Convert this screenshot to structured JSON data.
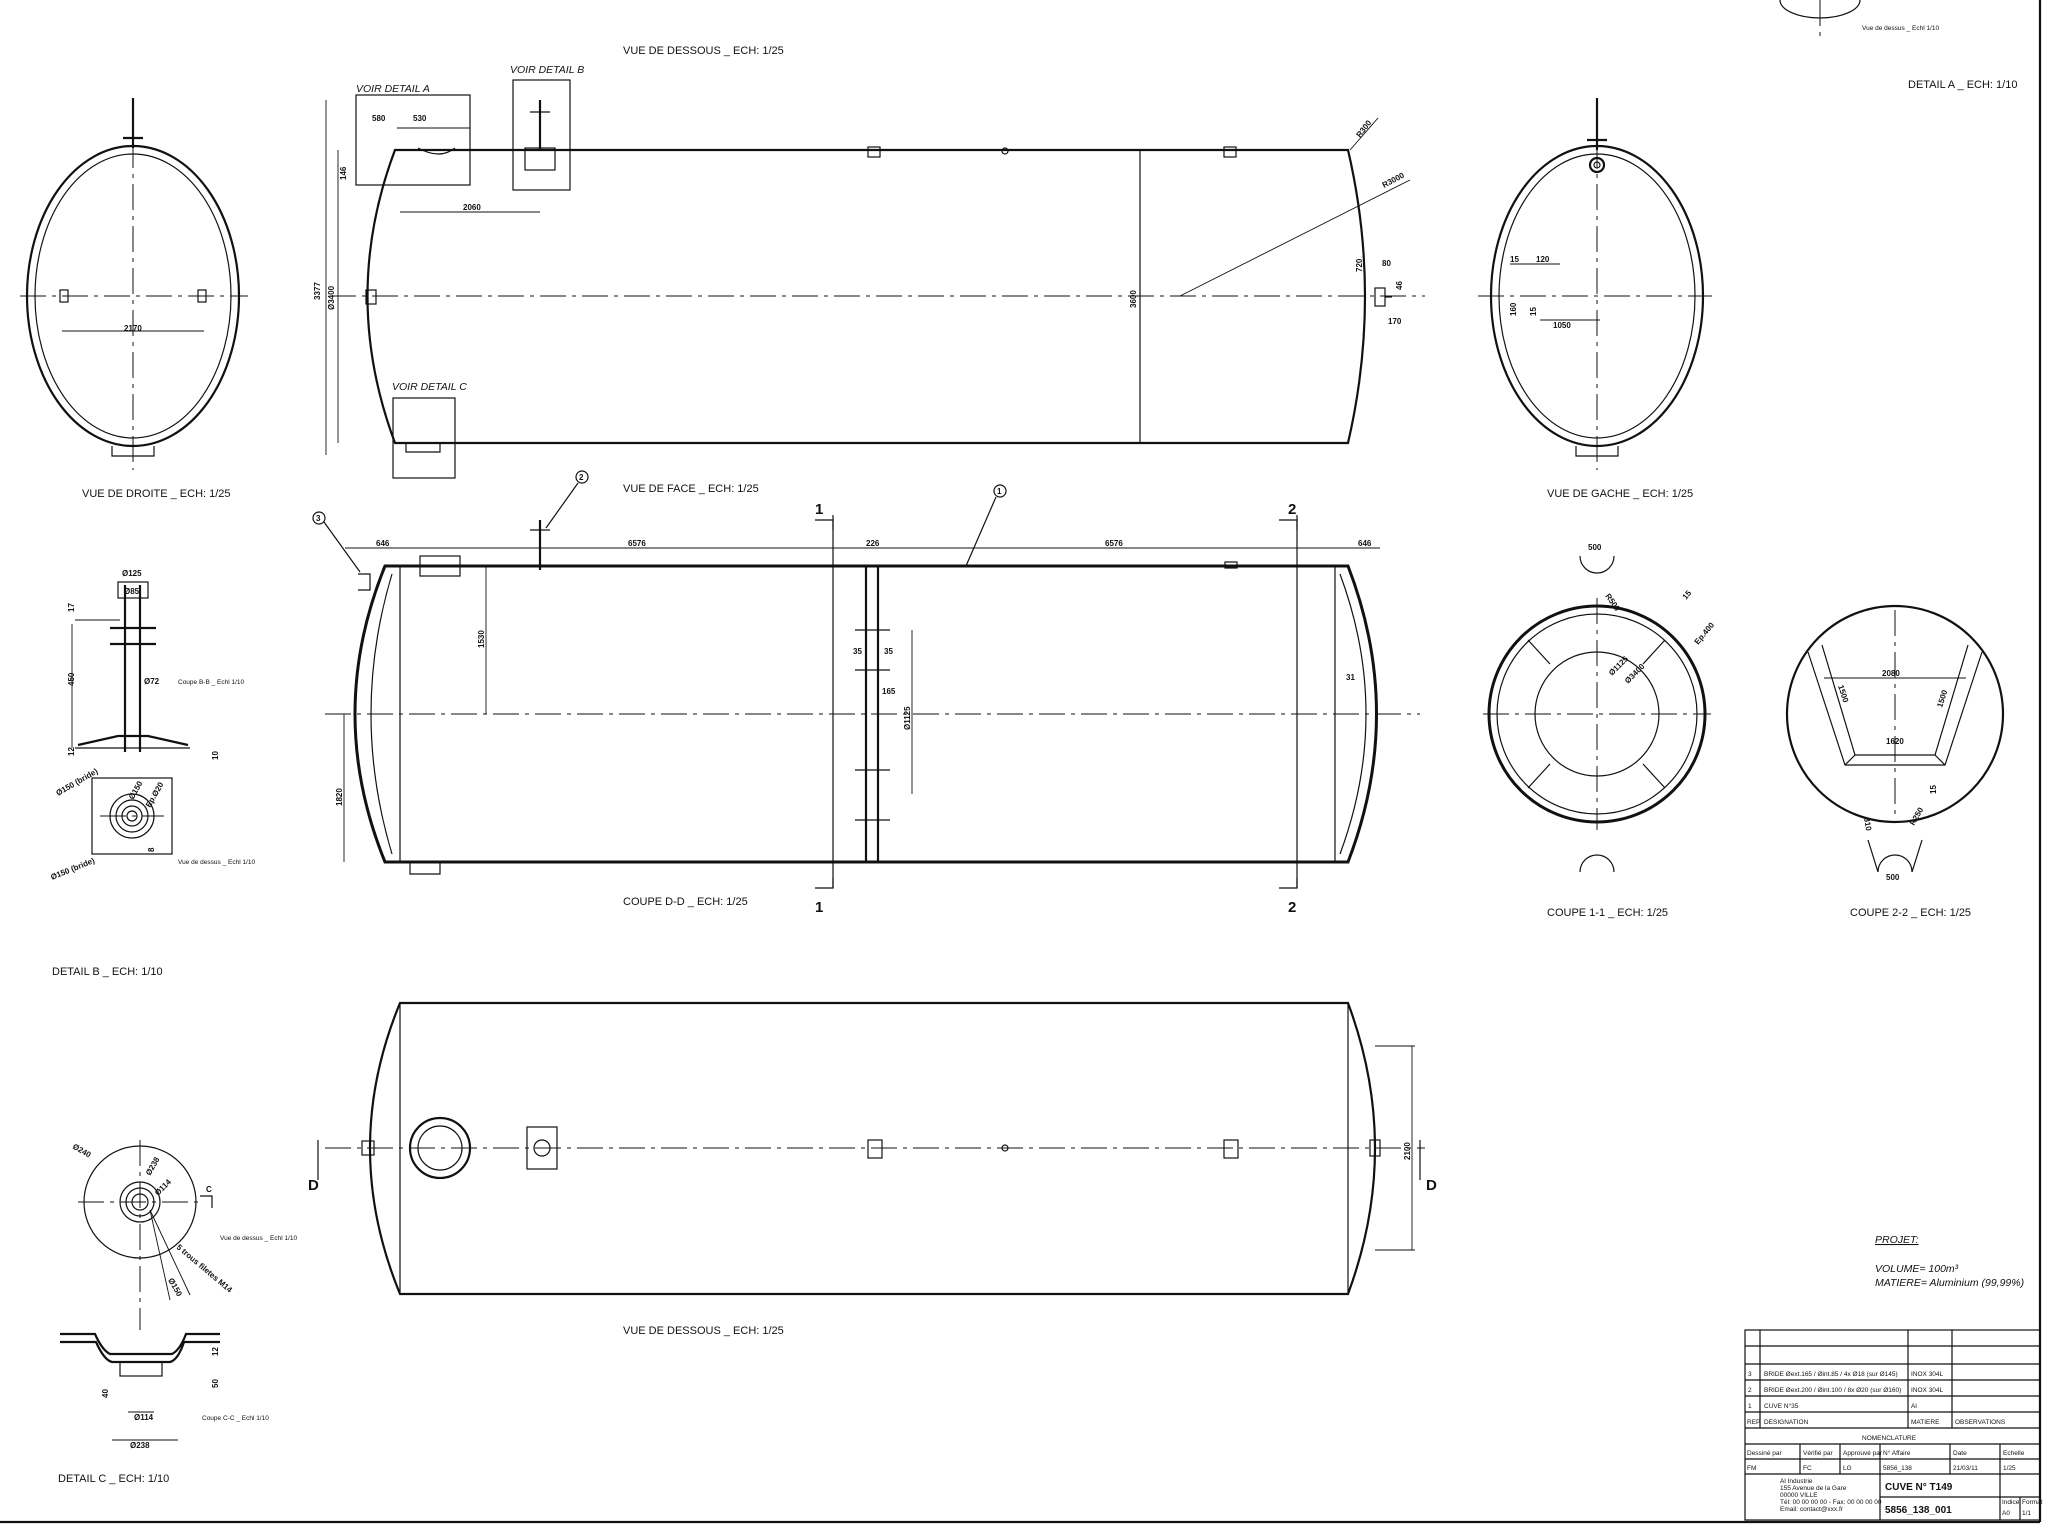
{
  "views": {
    "top_view_title": "VUE DE DESSOUS _ ECH: 1/25",
    "top_view_title_2": "VUE DE DESSOUS _ ECH: 1/25",
    "right_view_title": "VUE DE DROITE _ ECH: 1/25",
    "left_view_title": "VUE DE GACHE _ ECH: 1/25",
    "front_view_title": "VUE DE FACE _ ECH: 1/25",
    "section_dd_title": "COUPE D-D _ ECH: 1/25",
    "section_11_title": "COUPE 1-1 _ ECH: 1/25",
    "section_22_title": "COUPE 2-2 _ ECH: 1/25",
    "detail_a_title": "DETAIL A _ ECH: 1/10",
    "detail_b_title": "DETAIL B _ ECH: 1/10",
    "detail_c_title": "DETAIL C _ ECH: 1/10",
    "detail_a_top_note": "Vue de dessus _ Echl 1/10",
    "detail_b_section_note": "Coupe B-B _ Echl 1/10",
    "detail_b_top_note": "Vue de dessus _ Echl 1/10",
    "detail_c_top_note": "Vue de dessus _ Echl 1/10",
    "detail_c_section_note": "Coupe C-C _ Echl 1/10"
  },
  "callouts": {
    "voir_detail_a": "VOIR DETAIL A",
    "voir_detail_b": "VOIR DETAIL B",
    "voir_detail_c": "VOIR DETAIL C",
    "balloon_1": "1",
    "balloon_2": "2",
    "balloon_3": "3",
    "cut_1": "1",
    "cut_2": "2",
    "cut_d": "D"
  },
  "dimensions": {
    "top": {
      "d1": "580",
      "d2": "530",
      "d3": "2060",
      "d4": "146",
      "d5": "3377",
      "d6": "Ø3400",
      "d7": "3600",
      "d8": "R3000",
      "d9": "R300",
      "d10": "720",
      "d11": "80",
      "d12": "46",
      "d13": "170"
    },
    "right": {
      "d1": "2170"
    },
    "left": {
      "d1": "15",
      "d2": "120",
      "d3": "160",
      "d4": "15",
      "d5": "1050"
    },
    "front": {
      "d1": "646",
      "d2": "6576",
      "d3": "226",
      "d4": "6576",
      "d5": "646",
      "d6": "1530",
      "d7": "1820",
      "d8": "35",
      "d9": "35",
      "d10": "165",
      "d11": "Ø1125",
      "d12": "31"
    },
    "sec11": {
      "d1": "500",
      "d2": "Ø3400",
      "d3": "Ø1125",
      "d4": "R500",
      "d5": "15",
      "d6": "Ep.400"
    },
    "sec22": {
      "d1": "2080",
      "d2": "1500",
      "d3": "1500",
      "d4": "1620",
      "d5": "15",
      "d6": "310",
      "d7": "R250",
      "d8": "500"
    },
    "detail_b": {
      "d1": "Ø125",
      "d2": "Ø85",
      "d3": "Ø72",
      "d4": "17",
      "d5": "450",
      "d6": "12",
      "d7": "10",
      "d8": "Ø150",
      "d9": "Ep.Ø20",
      "d10": "Ø150 (bride)",
      "d11": "Ø150 (bride)",
      "d12": "8"
    },
    "detail_c": {
      "d1": "Ø240",
      "d2": "Ø238",
      "d3": "Ø114",
      "d4": "Ø150",
      "d5": "C",
      "d6": "5 trous filetes M14",
      "d7": "12",
      "d8": "50",
      "d9": "40",
      "d10": "Ø114",
      "d11": "Ø238"
    },
    "bottom": {
      "d1": "2100"
    }
  },
  "project_note": {
    "heading": "PROJET:",
    "volume": "VOLUME= 100m³",
    "matiere": "MATIERE= Aluminium (99,99%)"
  },
  "title_block": {
    "nomenclature_rows": [
      {
        "rep": "3",
        "designation": "BRIDE Øext.165 / Øint.85 / 4x Ø18 (sur Ø145)",
        "matiere": "INOX 304L",
        "obs": ""
      },
      {
        "rep": "2",
        "designation": "BRIDE Øext.200 / Øint.100 / 8x Ø20 (sur Ø160)",
        "matiere": "INOX 304L",
        "obs": ""
      },
      {
        "rep": "1",
        "designation": "CUVE N°35",
        "matiere": "Al",
        "obs": ""
      }
    ],
    "header": {
      "rep": "REP",
      "designation": "DESIGNATION",
      "matiere": "MATIERE",
      "obs": "OBSERVATIONS"
    },
    "nomenclature_label": "NOMENCLATURE",
    "dessine_par_label": "Dessiné par",
    "dessine_par": "FM",
    "verifie_par_label": "Vérifié par",
    "verifie_par": "FC",
    "approuve_par_label": "Approuvé par",
    "approuve_par": "LG",
    "affaire_label": "N° Affaire",
    "affaire": "5856_138",
    "date_label": "Date",
    "date": "21/03/11",
    "echelle_label": "Echelle",
    "echelle": "1/25",
    "company_lines": [
      "Al Industrie",
      "155 Avenue de la Gare",
      "00000 VILLE",
      "Tél: 00 00 00 00 - Fax: 00 00 00 00",
      "Email: contact@xxx.fr"
    ],
    "drawing_title": "CUVE N° T149",
    "drawing_number": "5856_138_001",
    "indice_label": "Indice",
    "indice": "A0",
    "format_label": "Format",
    "format": "1/1"
  }
}
